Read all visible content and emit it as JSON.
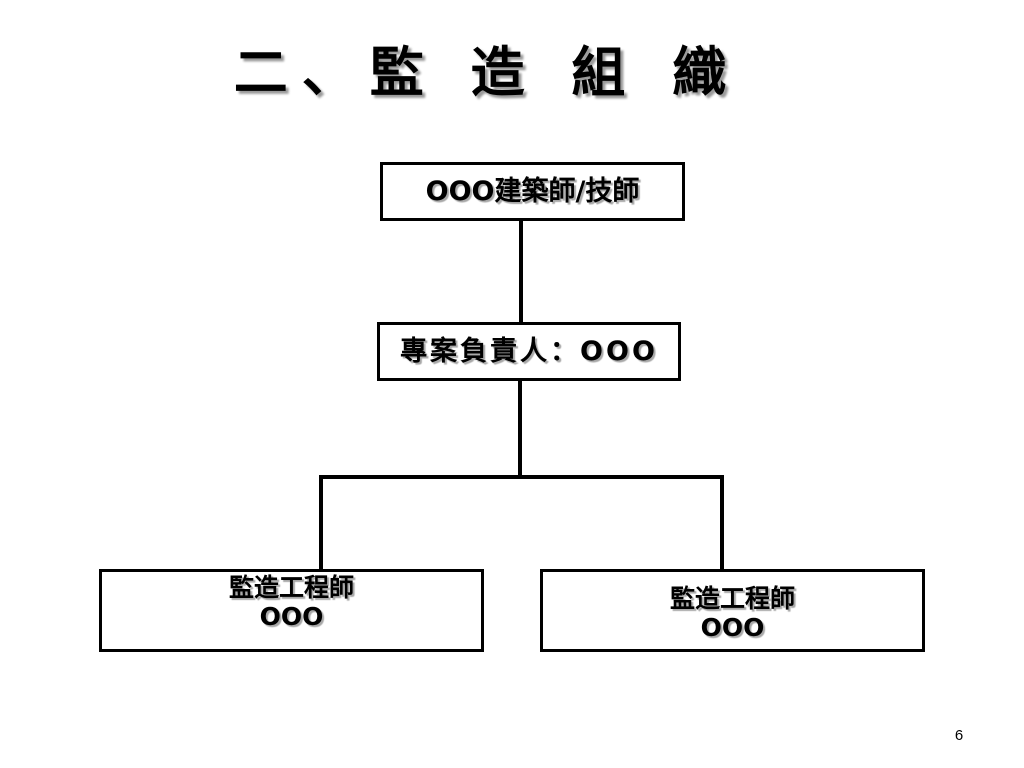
{
  "slide": {
    "title": "二、監 造 組 織",
    "page_number": "6"
  },
  "org_chart": {
    "architect": {
      "label": "OOO建築師/技師"
    },
    "project_manager": {
      "label": "專案負責人：OOO"
    },
    "engineers": [
      {
        "role": "監造工程師",
        "name": "OOO"
      },
      {
        "role": "監造工程師",
        "name": "OOO"
      }
    ]
  }
}
